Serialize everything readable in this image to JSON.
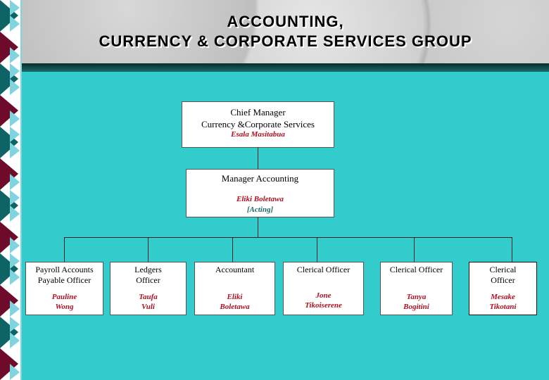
{
  "title": {
    "line1": "ACCOUNTING,",
    "line2": "CURRENCY & CORPORATE SERVICES GROUP"
  },
  "colors": {
    "background": "#33cccc",
    "name_text": "#b01020",
    "acting_text": "#1a6a6a",
    "strip_teal": "#0e6464",
    "strip_maroon": "#6e0a2a",
    "strip_light": "#7fd4e0"
  },
  "chief": {
    "role_line1": "Chief Manager",
    "role_line2": "Currency &Corporate Services",
    "name": "Esala Masitabua"
  },
  "manager": {
    "role": "Manager Accounting",
    "name": "Eliki Boletawa",
    "note": "[Acting]"
  },
  "staff": [
    {
      "role_line1": "Payroll Accounts",
      "role_line2": "Payable Officer",
      "name_line1": "Pauline",
      "name_line2": "Wong"
    },
    {
      "role_line1": "Ledgers",
      "role_line2": "Officer",
      "name_line1": "Taufa",
      "name_line2": "Vuli"
    },
    {
      "role_line1": "Accountant",
      "role_line2": "",
      "name_line1": "Eliki",
      "name_line2": "Boletawa"
    },
    {
      "role_line1": "Clerical Officer",
      "role_line2": "",
      "name_line1": "Jone",
      "name_line2": "Tikoiserene"
    },
    {
      "role_line1": "Clerical Officer",
      "role_line2": "",
      "name_line1": "Tanya",
      "name_line2": "Bogitini"
    },
    {
      "role_line1": "Clerical",
      "role_line2": "Officer",
      "name_line1": "Mesake",
      "name_line2": "Tikotani"
    }
  ]
}
